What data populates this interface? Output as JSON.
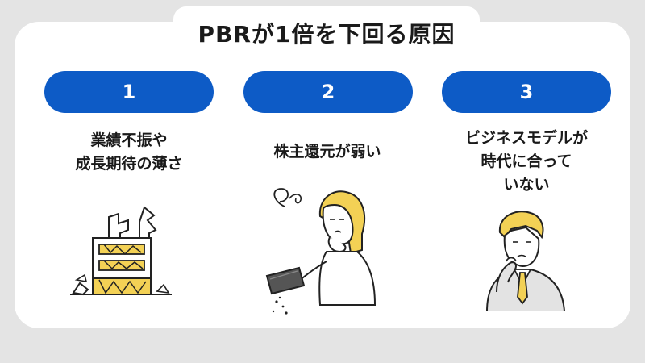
{
  "title": "PBRが1倍を下回る原因",
  "colors": {
    "accent": "#0d5bc6",
    "background": "#e4e4e4",
    "card": "#ffffff",
    "highlight": "#f3d155"
  },
  "reasons": [
    {
      "number": "1",
      "lines": [
        "業績不振や",
        "成長期待の薄さ"
      ],
      "icon": "collapsing-building-icon"
    },
    {
      "number": "2",
      "lines": [
        "株主還元が弱い"
      ],
      "icon": "worried-person-with-empty-wallet-icon"
    },
    {
      "number": "3",
      "lines": [
        "ビジネスモデルが",
        "時代に合って",
        "いない"
      ],
      "icon": "thinking-businessman-icon"
    }
  ]
}
